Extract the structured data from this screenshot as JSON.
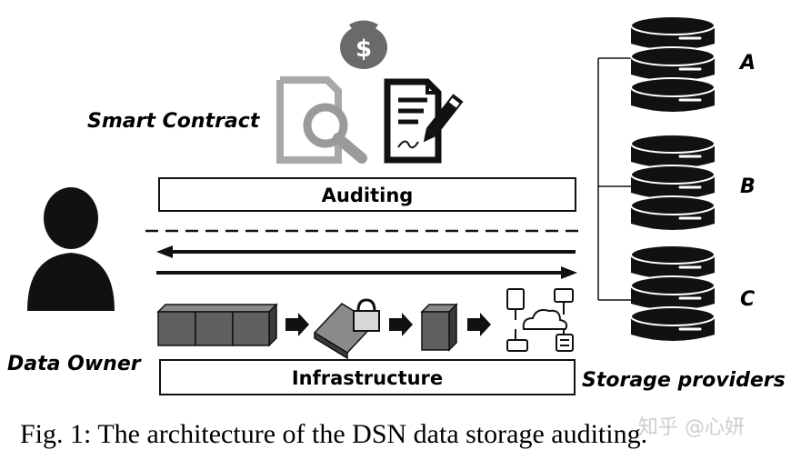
{
  "labels": {
    "smart_contract": "Smart Contract",
    "auditing": "Auditing",
    "infrastructure": "Infrastructure",
    "data_owner": "Data Owner",
    "storage_providers": "Storage providers"
  },
  "providers": [
    "A",
    "B",
    "C"
  ],
  "caption": "Fig. 1: The architecture of the DSN data storage auditing.",
  "watermark": "知乎 @心妍",
  "icons": {
    "money": "money-bag-icon",
    "audit_doc": "document-search-icon",
    "contract_doc": "contract-sign-icon",
    "owner": "user-icon",
    "database": "database-icon",
    "blocks": "data-blocks-icon",
    "encrypt": "encryption-lock-icon",
    "single_block": "data-block-icon",
    "network": "cloud-network-icon"
  }
}
